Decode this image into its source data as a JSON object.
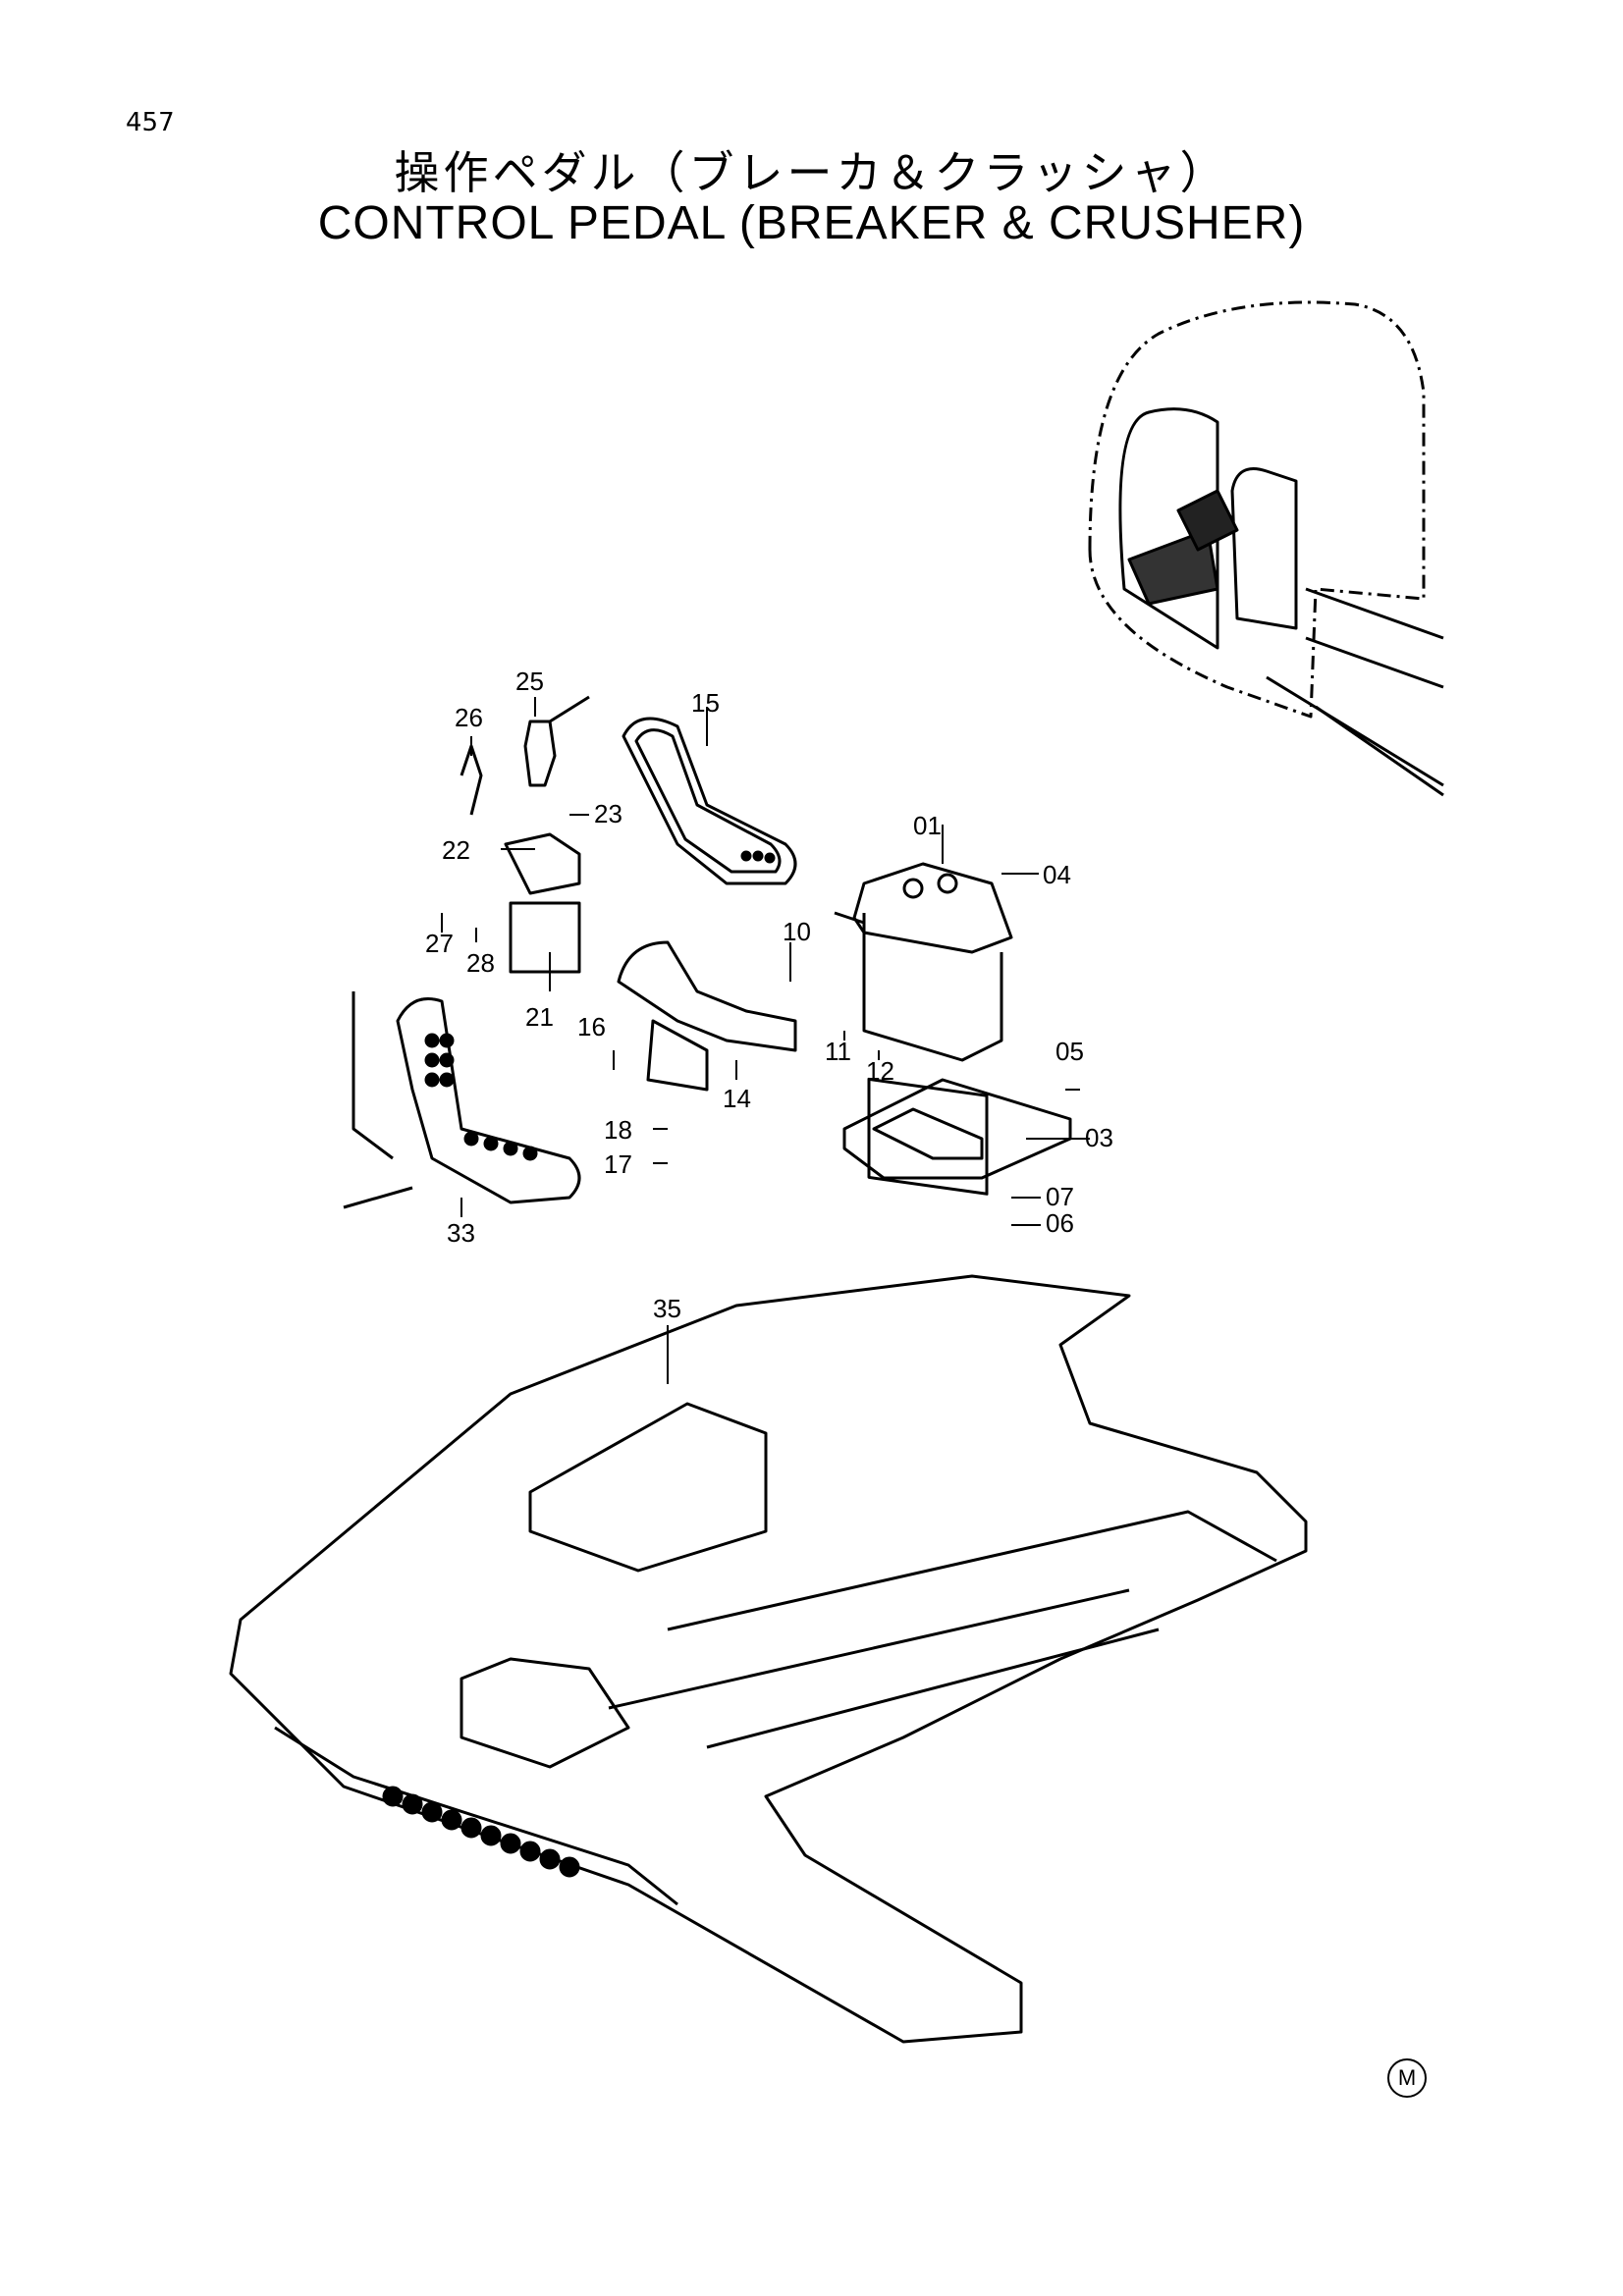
{
  "header": {
    "page_number": "457",
    "title_jp": "操作ペダル（ブレーカ＆クラッシャ）",
    "title_en": "CONTROL PEDAL (BREAKER & CRUSHER)"
  },
  "callouts": {
    "c01": "01",
    "c03": "03",
    "c04": "04",
    "c05": "05",
    "c06": "06",
    "c07": "07",
    "c10": "10",
    "c11": "11",
    "c12": "12",
    "c14": "14",
    "c15": "15",
    "c16": "16",
    "c17": "17",
    "c18": "18",
    "c21": "21",
    "c22": "22",
    "c23": "23",
    "c25": "25",
    "c26": "26",
    "c27": "27",
    "c28": "28",
    "c33": "33",
    "c35": "35"
  },
  "footer": {
    "mark": "M"
  }
}
